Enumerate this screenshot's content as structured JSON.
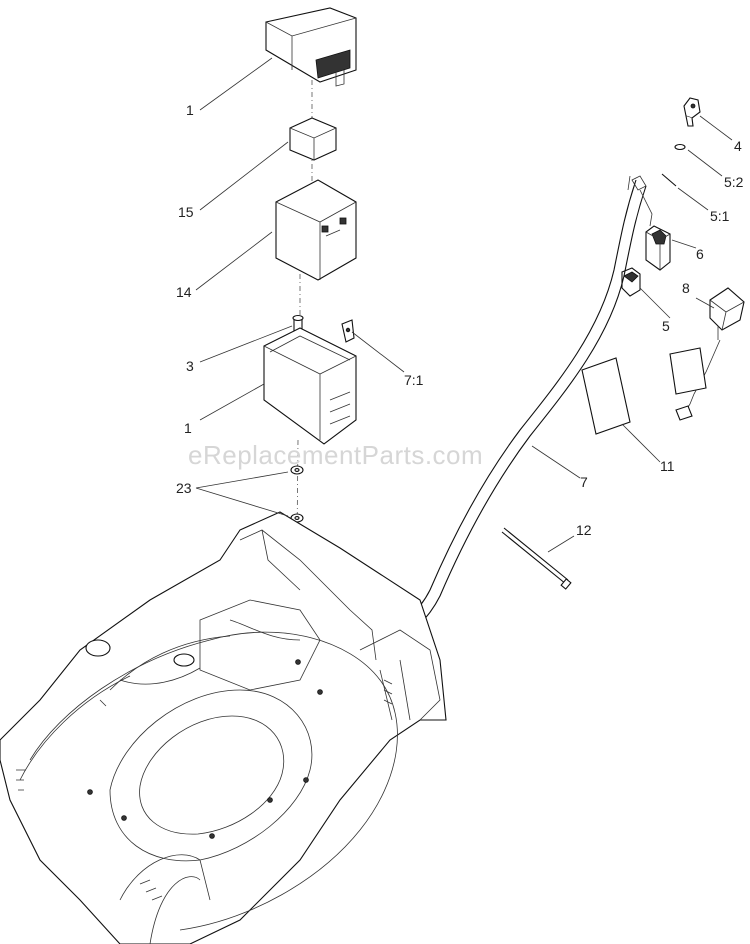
{
  "watermark": "eReplacementParts.com",
  "callouts": [
    {
      "id": "c-1-top",
      "text": "1"
    },
    {
      "id": "c-15",
      "text": "15"
    },
    {
      "id": "c-14",
      "text": "14"
    },
    {
      "id": "c-3",
      "text": "3"
    },
    {
      "id": "c-7-1",
      "text": "7:1"
    },
    {
      "id": "c-1-bottom",
      "text": "1"
    },
    {
      "id": "c-23",
      "text": "23"
    },
    {
      "id": "c-4",
      "text": "4"
    },
    {
      "id": "c-5-2",
      "text": "5:2"
    },
    {
      "id": "c-5-1",
      "text": "5:1"
    },
    {
      "id": "c-6",
      "text": "6"
    },
    {
      "id": "c-8",
      "text": "8"
    },
    {
      "id": "c-5",
      "text": "5"
    },
    {
      "id": "c-11",
      "text": "11"
    },
    {
      "id": "c-7",
      "text": "7"
    },
    {
      "id": "c-12",
      "text": "12"
    }
  ]
}
